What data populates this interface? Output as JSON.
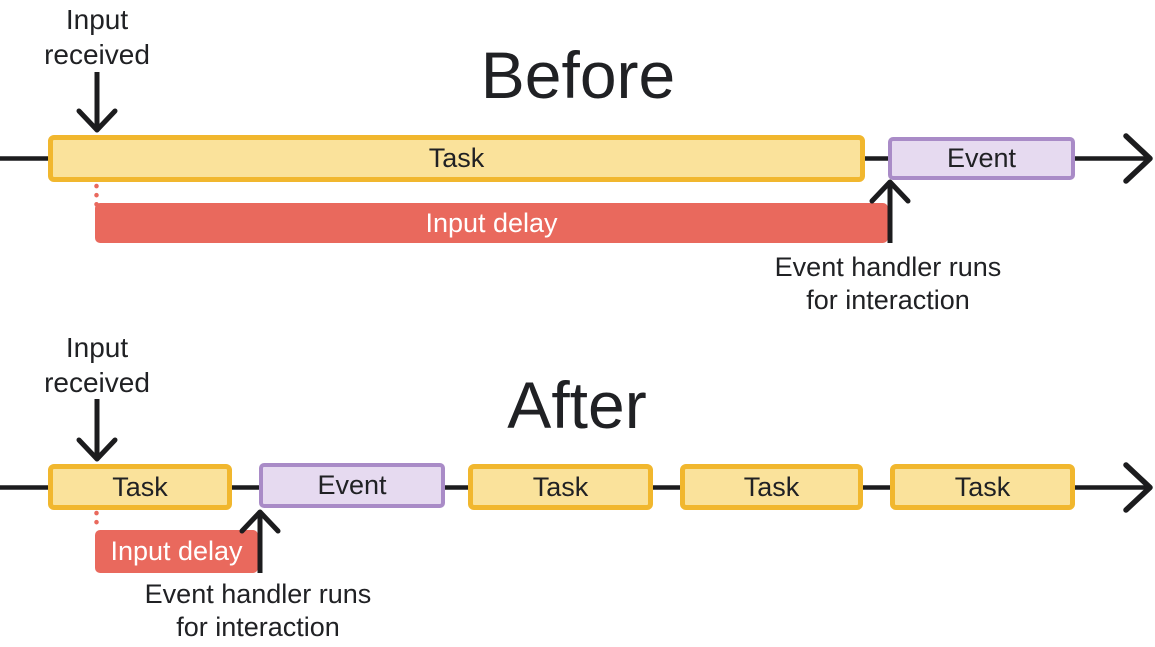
{
  "colors": {
    "task_fill": "#FAE29B",
    "task_border": "#F1B72E",
    "event_fill": "#E6DAF0",
    "event_border": "#A98BC7",
    "delay_fill": "#E9695D",
    "delay_text": "#FFFFFF",
    "line": "#1C1C1E",
    "text": "#202124"
  },
  "before": {
    "title": "Before",
    "input_received_label": "Input received",
    "task_label": "Task",
    "event_label": "Event",
    "input_delay_label": "Input delay",
    "event_handler_note": "Event handler runs for interaction"
  },
  "after": {
    "title": "After",
    "input_received_label": "Input received",
    "timeline_blocks": [
      {
        "type": "task",
        "label": "Task"
      },
      {
        "type": "event",
        "label": "Event"
      },
      {
        "type": "task",
        "label": "Task"
      },
      {
        "type": "task",
        "label": "Task"
      },
      {
        "type": "task",
        "label": "Task"
      }
    ],
    "input_delay_label": "Input delay",
    "event_handler_note": "Event handler runs for interaction"
  }
}
